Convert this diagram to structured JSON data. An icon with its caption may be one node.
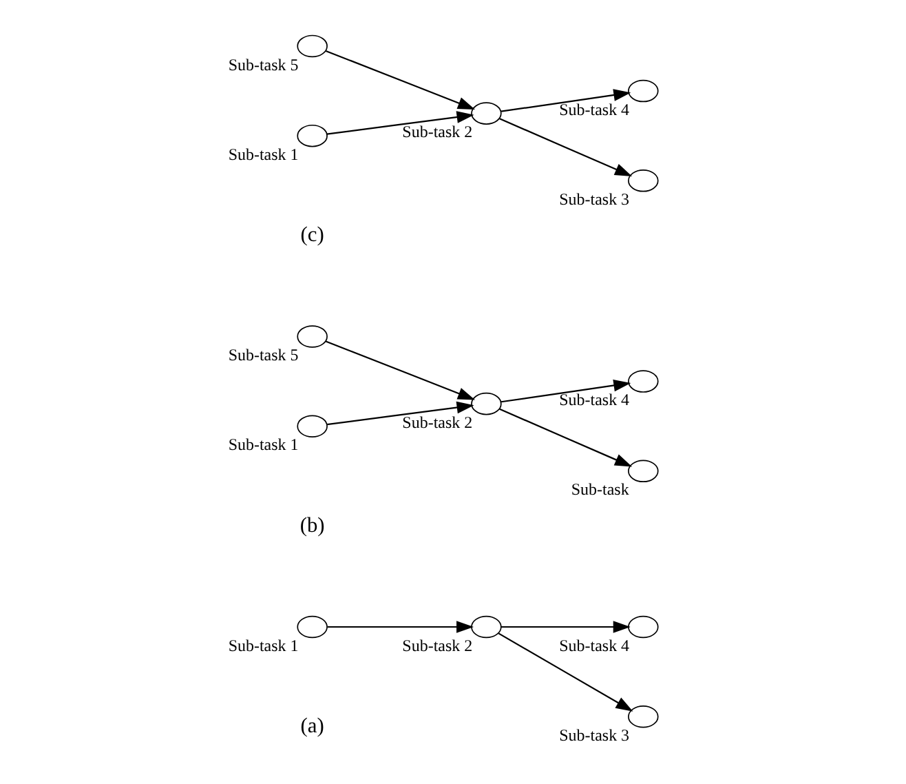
{
  "diagram": {
    "nodes": [
      {
        "text": [],
        "shape": "circle",
        "beside": [
          "Sub-task 1"
        ]
      },
      {
        "text": [],
        "shape": "circle",
        "beside": [
          "Sub-task 2"
        ]
      },
      {
        "text": [],
        "shape": "circle",
        "beside": [
          "Sub-task 3"
        ]
      },
      {
        "text": [],
        "shape": "circle",
        "beside": [
          "Sub-task 4"
        ]
      },
      {
        "text": [],
        "shape": "circle",
        "beside": [
          "Sub-task 5"
        ]
      },
      {
        "text": [],
        "shape": "circle",
        "beside": [
          "Sub-task 1"
        ]
      },
      {
        "text": [],
        "shape": "circle",
        "beside": [
          "Sub-task 2"
        ]
      },
      {
        "text": [],
        "shape": "circle",
        "beside": [
          "Sub-task"
        ]
      },
      {
        "text": [],
        "shape": "circle",
        "beside": [
          "Sub-task 4"
        ]
      },
      {
        "text": [],
        "shape": "circle",
        "beside": [
          "Sub-task 5"
        ]
      },
      {
        "text": [],
        "shape": "circle",
        "beside": [
          "Sub-task 1"
        ]
      },
      {
        "text": [],
        "shape": "circle",
        "beside": [
          "Sub-task 2"
        ]
      },
      {
        "text": [],
        "shape": "circle",
        "beside": [
          "Sub-task 3"
        ]
      },
      {
        "text": [],
        "shape": "circle",
        "beside": [
          "Sub-task 4"
        ]
      }
    ],
    "edges": [
      {
        "from": 0,
        "to": 1,
        "arrow": "to"
      },
      {
        "from": 1,
        "to": 2,
        "arrow": "to"
      },
      {
        "from": 1,
        "to": 3,
        "arrow": "to"
      },
      {
        "from": 4,
        "to": 6,
        "arrow": "to"
      },
      {
        "from": 5,
        "to": 6,
        "arrow": "to"
      },
      {
        "from": 6,
        "to": 7,
        "arrow": "to"
      },
      {
        "from": 6,
        "to": 8,
        "arrow": "to"
      },
      {
        "from": 9,
        "to": 11,
        "arrow": "to"
      },
      {
        "from": 10,
        "to": 11,
        "arrow": "to"
      },
      {
        "from": 11,
        "to": 12,
        "arrow": "to"
      },
      {
        "from": 11,
        "to": 13,
        "arrow": "to"
      }
    ],
    "labels": [
      "(a)",
      "(b)",
      "(c)"
    ]
  }
}
